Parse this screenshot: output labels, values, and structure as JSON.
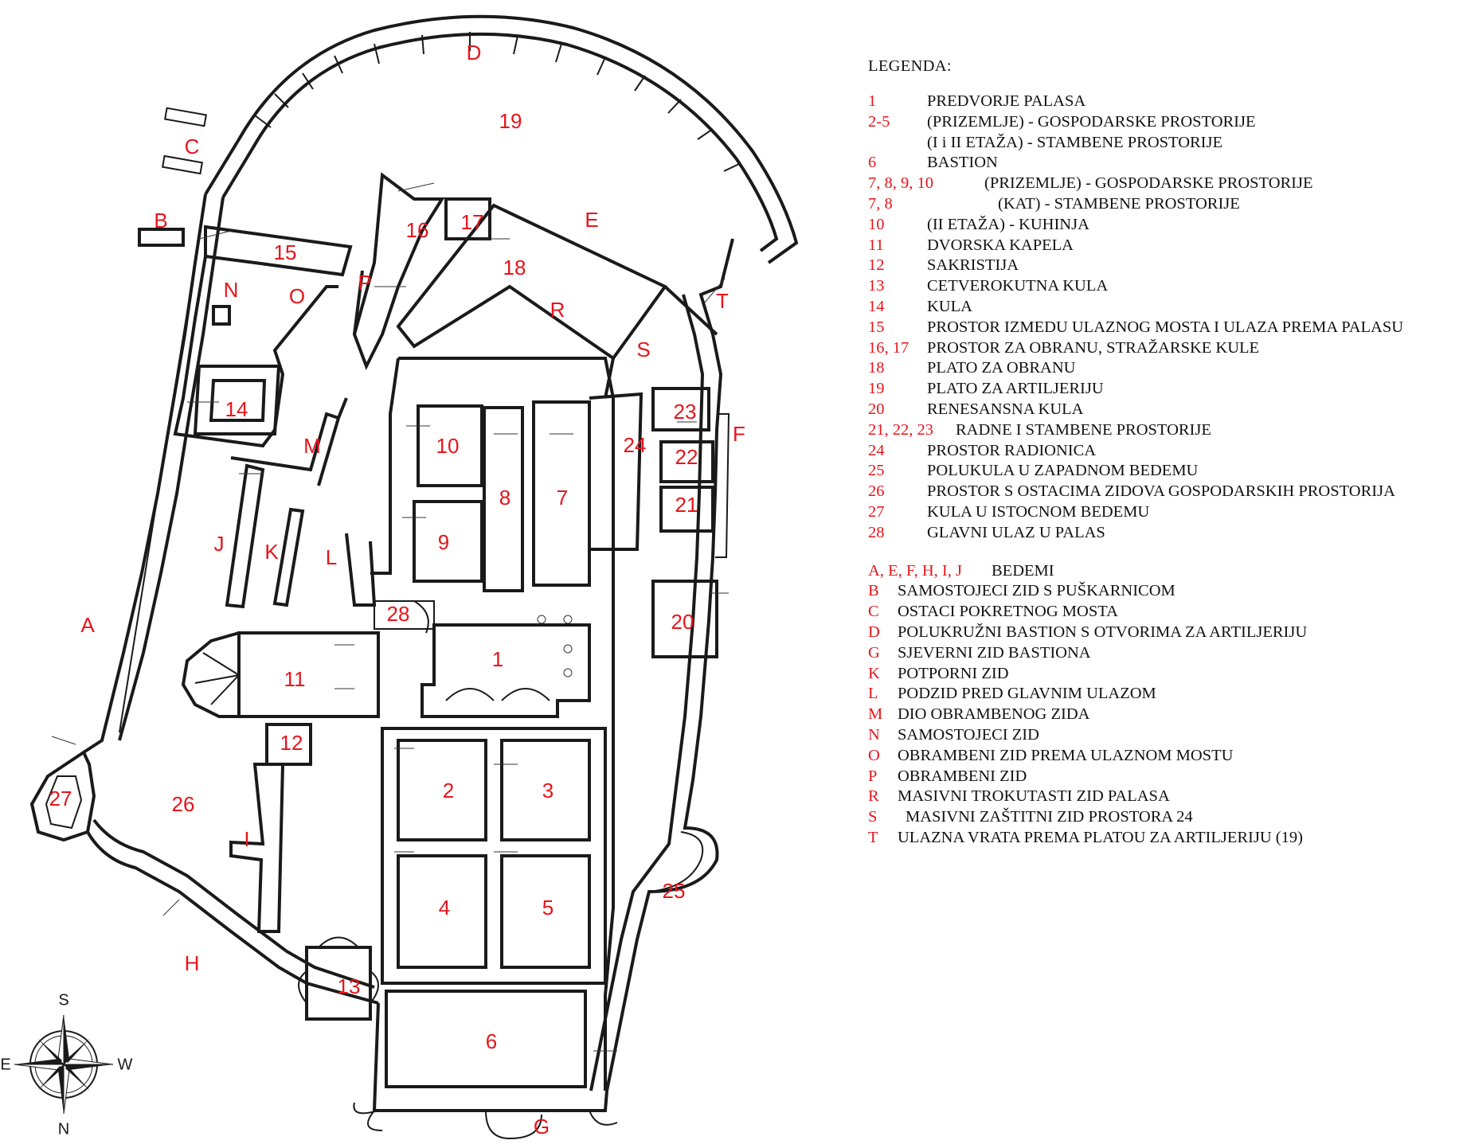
{
  "legend": {
    "title": "LEGENDA:",
    "numbered": [
      {
        "key": "1",
        "text": "PREDVORJE PALASA"
      },
      {
        "key": "2-5",
        "text": "(PRIZEMLJE) - GOSPODARSKE PROSTORIJE"
      },
      {
        "key": "",
        "text": "(I i II ETAŽA) - STAMBENE PROSTORIJE"
      },
      {
        "key": "6",
        "text": "BASTION"
      },
      {
        "key": "7, 8, 9, 10",
        "text": "(PRIZEMLJE) - GOSPODARSKE PROSTORIJE"
      },
      {
        "key": "7, 8",
        "text": "(KAT) - STAMBENE PROSTORIJE"
      },
      {
        "key": "10",
        "text": "(II ETAŽA) - KUHINJA"
      },
      {
        "key": "11",
        "text": "DVORSKA KAPELA"
      },
      {
        "key": "12",
        "text": "SAKRISTIJA"
      },
      {
        "key": "13",
        "text": "CETVEROKUTNA KULA"
      },
      {
        "key": "14",
        "text": "KULA"
      },
      {
        "key": "15",
        "text": "PROSTOR IZMEDU ULAZNOG MOSTA I ULAZA PREMA PALASU"
      },
      {
        "key": "16, 17",
        "text": "PROSTOR ZA OBRANU, STRAŽARSKE KULE"
      },
      {
        "key": "18",
        "text": "PLATO ZA OBRANU"
      },
      {
        "key": "19",
        "text": "PLATO ZA ARTILJERIJU"
      },
      {
        "key": "20",
        "text": "RENESANSNA KULA"
      },
      {
        "key": "21, 22, 23",
        "text": "RADNE I STAMBENE PROSTORIJE"
      },
      {
        "key": "24",
        "text": "PROSTOR RADIONICA"
      },
      {
        "key": "25",
        "text": "POLUKULA U ZAPADNOM BEDEMU"
      },
      {
        "key": "26",
        "text": "PROSTOR S  OSTACIMA ZIDOVA GOSPODARSKIH PROSTORIJA"
      },
      {
        "key": "27",
        "text": "KULA U ISTOCNOM BEDEMU"
      },
      {
        "key": "28",
        "text": "GLAVNI ULAZ U PALAS"
      }
    ],
    "lettered": [
      {
        "key": "A, E, F, H, I, J",
        "text": "BEDEMI"
      },
      {
        "key": "B",
        "text": "SAMOSTOJECI ZID S PUŠKARNICOM"
      },
      {
        "key": "C",
        "text": "OSTACI POKRETNOG MOSTA"
      },
      {
        "key": "D",
        "text": "POLUKRUŽNI BASTION S OTVORIMA ZA ARTILJERIJU"
      },
      {
        "key": "G",
        "text": "SJEVERNI ZID BASTIONA"
      },
      {
        "key": "K",
        "text": "POTPORNI ZID"
      },
      {
        "key": "L",
        "text": "PODZID PRED GLAVNIM ULAZOM"
      },
      {
        "key": "M",
        "text": "DIO OBRAMBENOG ZIDA"
      },
      {
        "key": "N",
        "text": "SAMOSTOJECI ZID"
      },
      {
        "key": "O",
        "text": "OBRAMBENI ZID PREMA ULAZNOM MOSTU"
      },
      {
        "key": "P",
        "text": "OBRAMBENI ZID"
      },
      {
        "key": "R",
        "text": "MASIVNI TROKUTASTI ZID PALASA"
      },
      {
        "key": "S",
        "text": "MASIVNI ZAŠTITNI ZID PROSTORA 24"
      },
      {
        "key": "T",
        "text": "ULAZNA VRATA PREMA PLATOU ZA ARTILJERIJU (19)"
      }
    ]
  },
  "plan_labels": {
    "rooms": [
      "1",
      "2",
      "3",
      "4",
      "5",
      "6",
      "7",
      "8",
      "9",
      "10",
      "11",
      "12",
      "13",
      "14",
      "15",
      "16",
      "17",
      "18",
      "19",
      "20",
      "21",
      "22",
      "23",
      "24",
      "25",
      "26",
      "27",
      "28"
    ],
    "letters": [
      "A",
      "B",
      "C",
      "D",
      "E",
      "F",
      "G",
      "H",
      "I",
      "J",
      "K",
      "L",
      "M",
      "N",
      "O",
      "P",
      "R",
      "S",
      "T"
    ]
  },
  "compass": {
    "top": "S",
    "bottom": "N",
    "left": "E",
    "right": "W",
    "icon": "compass-rose-icon"
  },
  "colors": {
    "label_red": "#e8141b",
    "wall_black": "#1a1a1a",
    "background": "#ffffff"
  }
}
